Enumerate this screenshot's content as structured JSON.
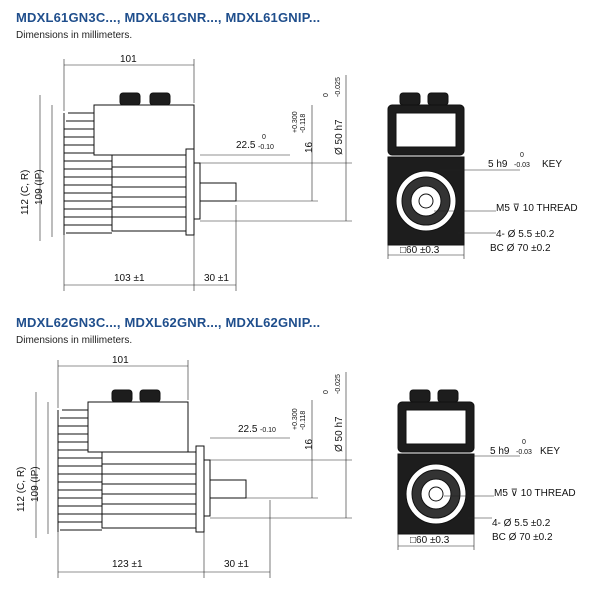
{
  "sections": [
    {
      "title": "MDXL61GN3C..., MDXL61GNR..., MDXL61GNIP...",
      "subtitle": "Dimensions in millimeters.",
      "side": {
        "width_top": "101",
        "height_cr": "112 (C, R)",
        "height_ip": "109 (IP)",
        "body_length": "103 ±1",
        "shaft_length": "30 ±1",
        "key_length": "22.5",
        "key_length_tol_upper": "0",
        "key_length_tol_lower": "-0.10",
        "key_height": "16",
        "key_height_tol_upper": "+0.300",
        "key_height_tol_lower": "-0.118",
        "pilot_diameter": "Ø 50 h7",
        "pilot_tol_upper": "0",
        "pilot_tol_lower": "-0.025"
      },
      "front": {
        "key_width": "5 h9",
        "key_tol_upper": "0",
        "key_tol_lower": "-0.03",
        "key_label": "KEY",
        "thread": "M5 ⊽ 10 THREAD",
        "holes": "4- Ø 5.5 ±0.2",
        "bolt_circle": "BC  Ø 70 ±0.2",
        "square": "□60 ±0.3"
      }
    },
    {
      "title": "MDXL62GN3C..., MDXL62GNR..., MDXL62GNIP...",
      "subtitle": "Dimensions in millimeters.",
      "side": {
        "width_top": "101",
        "height_cr": "112 (C, R)",
        "height_ip": "109 (IP)",
        "body_length": "123 ±1",
        "shaft_length": "30 ±1",
        "key_length": "22.5",
        "key_length_tol_upper": "",
        "key_length_tol_lower": "-0.10",
        "key_height": "16",
        "key_height_tol_upper": "+0.300",
        "key_height_tol_lower": "-0.118",
        "pilot_diameter": "Ø 50 h7",
        "pilot_tol_upper": "0",
        "pilot_tol_lower": "-0.025"
      },
      "front": {
        "key_width": "5 h9",
        "key_tol_upper": "0",
        "key_tol_lower": "-0.03",
        "key_label": "KEY",
        "thread": "M5 ⊽ 10 THREAD",
        "holes": "4- Ø 5.5 ±0.2",
        "bolt_circle": "BC  Ø 70 ±0.2",
        "square": "□60 ±0.3"
      }
    }
  ]
}
